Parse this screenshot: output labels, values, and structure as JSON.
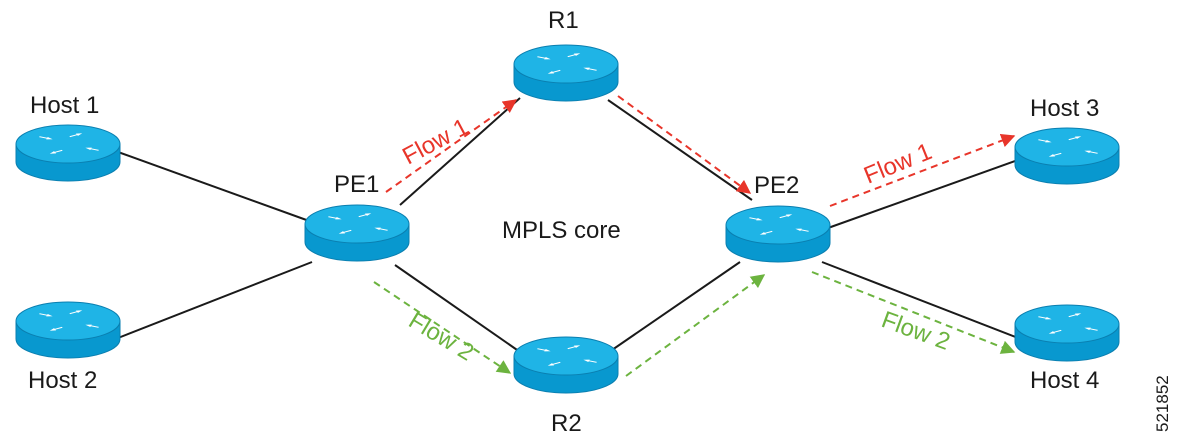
{
  "diagram": {
    "core_label": "MPLS core",
    "figure_id": "521852",
    "nodes": {
      "host1": {
        "label": "Host 1",
        "icon": "router-icon"
      },
      "host2": {
        "label": "Host 2",
        "icon": "router-icon"
      },
      "pe1": {
        "label": "PE1",
        "icon": "router-icon"
      },
      "r1": {
        "label": "R1",
        "icon": "router-icon"
      },
      "r2": {
        "label": "R2",
        "icon": "router-icon"
      },
      "pe2": {
        "label": "PE2",
        "icon": "router-icon"
      },
      "host3": {
        "label": "Host 3",
        "icon": "router-icon"
      },
      "host4": {
        "label": "Host 4",
        "icon": "router-icon"
      }
    },
    "links": [
      [
        "host1",
        "pe1"
      ],
      [
        "host2",
        "pe1"
      ],
      [
        "pe1",
        "r1"
      ],
      [
        "pe1",
        "r2"
      ],
      [
        "r1",
        "pe2"
      ],
      [
        "r2",
        "pe2"
      ],
      [
        "pe2",
        "host3"
      ],
      [
        "pe2",
        "host4"
      ]
    ],
    "flows": [
      {
        "name": "Flow 1",
        "color": "#e8352a",
        "path": [
          "pe1",
          "r1",
          "pe2",
          "host3"
        ]
      },
      {
        "name": "Flow 2",
        "color": "#6cb33f",
        "path": [
          "pe1",
          "r2",
          "pe2",
          "host4"
        ]
      }
    ],
    "colors": {
      "router_top": "#1fb4e6",
      "router_side": "#0898cf",
      "router_outline": "#0a7fb0",
      "router_arrows": "#ffffff",
      "link": "#1a1a1a"
    }
  }
}
